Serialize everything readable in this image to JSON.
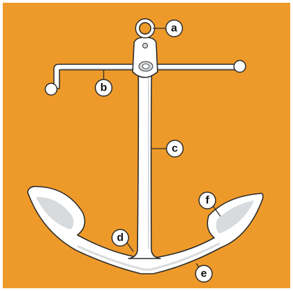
{
  "colors": {
    "background": "#EE9A2A",
    "frame": "#FFFFFF",
    "anchor_fill": "#FFFFFF",
    "anchor_shade": "#D7DBDE",
    "outline": "#2B2B2B",
    "label_circle": "#FFFFFF"
  },
  "labels": {
    "a": "a",
    "b": "b",
    "c": "c",
    "d": "d",
    "e": "e",
    "f": "f"
  }
}
